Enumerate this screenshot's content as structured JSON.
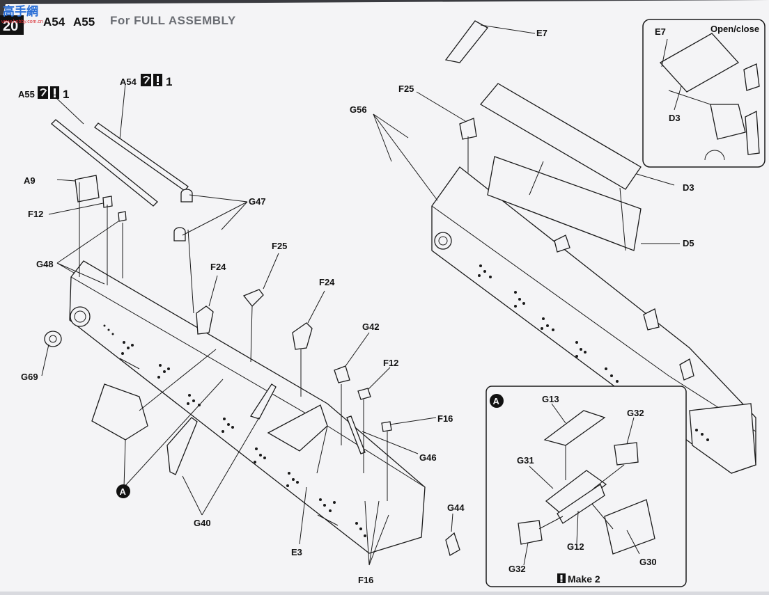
{
  "page": {
    "step_number": "20",
    "steps": [
      "A54",
      "A55"
    ],
    "heading": "For FULL ASSEMBLY",
    "watermark": "高手網",
    "watermark_url": "www.hobby.com.cn"
  },
  "callouts": {
    "a55": "A55",
    "a54": "A54",
    "a9": "A9",
    "f12_left": "F12",
    "g48": "G48",
    "g69": "G69",
    "g47": "G47",
    "f24_a": "F24",
    "f25_a": "F25",
    "f24_b": "F24",
    "g42": "G42",
    "f12_mid": "F12",
    "f16_top": "F16",
    "g46": "G46",
    "g44": "G44",
    "f16_bottom": "F16",
    "e3": "E3",
    "g40": "G40",
    "e7": "E7",
    "f25_b": "F25",
    "g56": "G56",
    "d3": "D3",
    "d5": "D5"
  },
  "marker": {
    "a": "A"
  },
  "rod_quantities": {
    "a55_qty": "1",
    "a54_qty": "1",
    "icon_names": [
      "tool-icon",
      "attention-icon"
    ]
  },
  "inset_open_close": {
    "title": "Open/close",
    "e7": "E7",
    "d3": "D3"
  },
  "inset_a": {
    "marker": "A",
    "g13": "G13",
    "g32_top": "G32",
    "g31": "G31",
    "g12": "G12",
    "g32_bottom": "G32",
    "g30": "G30",
    "note": "Make 2"
  },
  "colors": {
    "paper": "#f4f4f6",
    "ink": "#1a1a1a",
    "heading_grey": "#6a6d73",
    "watermark_blue": "#2a6fd6",
    "watermark_red": "#d8262b"
  }
}
